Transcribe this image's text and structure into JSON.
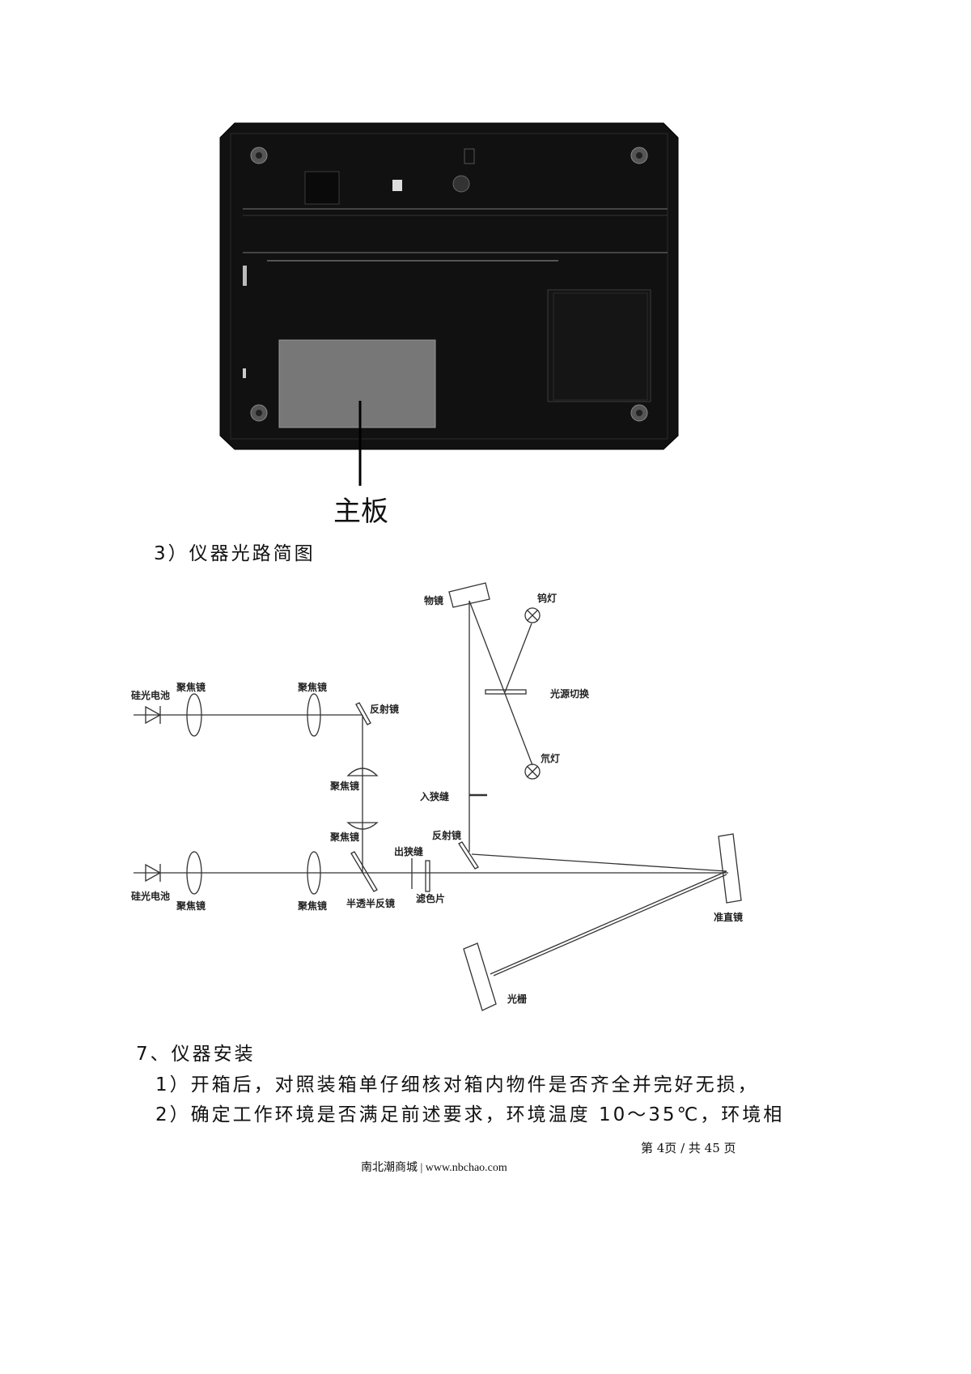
{
  "figure1": {
    "callout": "主板"
  },
  "section3": {
    "heading": "3）仪器光路简图"
  },
  "diagram": {
    "labels": {
      "objective_mirror": "物镜",
      "tungsten_lamp": "钨灯",
      "source_switch": "光源切换",
      "deuterium_lamp": "氘灯",
      "photocell_top": "硅光电池",
      "focus_lens_1": "聚焦镜",
      "focus_lens_2": "聚焦镜",
      "reflector_1": "反射镜",
      "focus_lens_3": "聚焦镜",
      "entrance_slit": "入狭缝",
      "focus_lens_4": "聚焦镜",
      "exit_slit": "出狭缝",
      "reflector_2": "反射镜",
      "photocell_bottom": "硅光电池",
      "focus_lens_5": "聚焦镜",
      "focus_lens_6": "聚焦镜",
      "beam_splitter": "半透半反镜",
      "filter": "滤色片",
      "collimator": "准直镜",
      "grating": "光栅"
    }
  },
  "section7": {
    "heading": "7、仪器安装",
    "items": [
      "1）开箱后，对照装箱单仔细核对箱内物件是否齐全并完好无损，",
      "2）确定工作环境是否满足前述要求，环境温度 10～35℃，环境相"
    ]
  },
  "footer": {
    "page": "第 4页 / 共 45 页",
    "site": "南北潮商城 | www.nbchao.com"
  }
}
